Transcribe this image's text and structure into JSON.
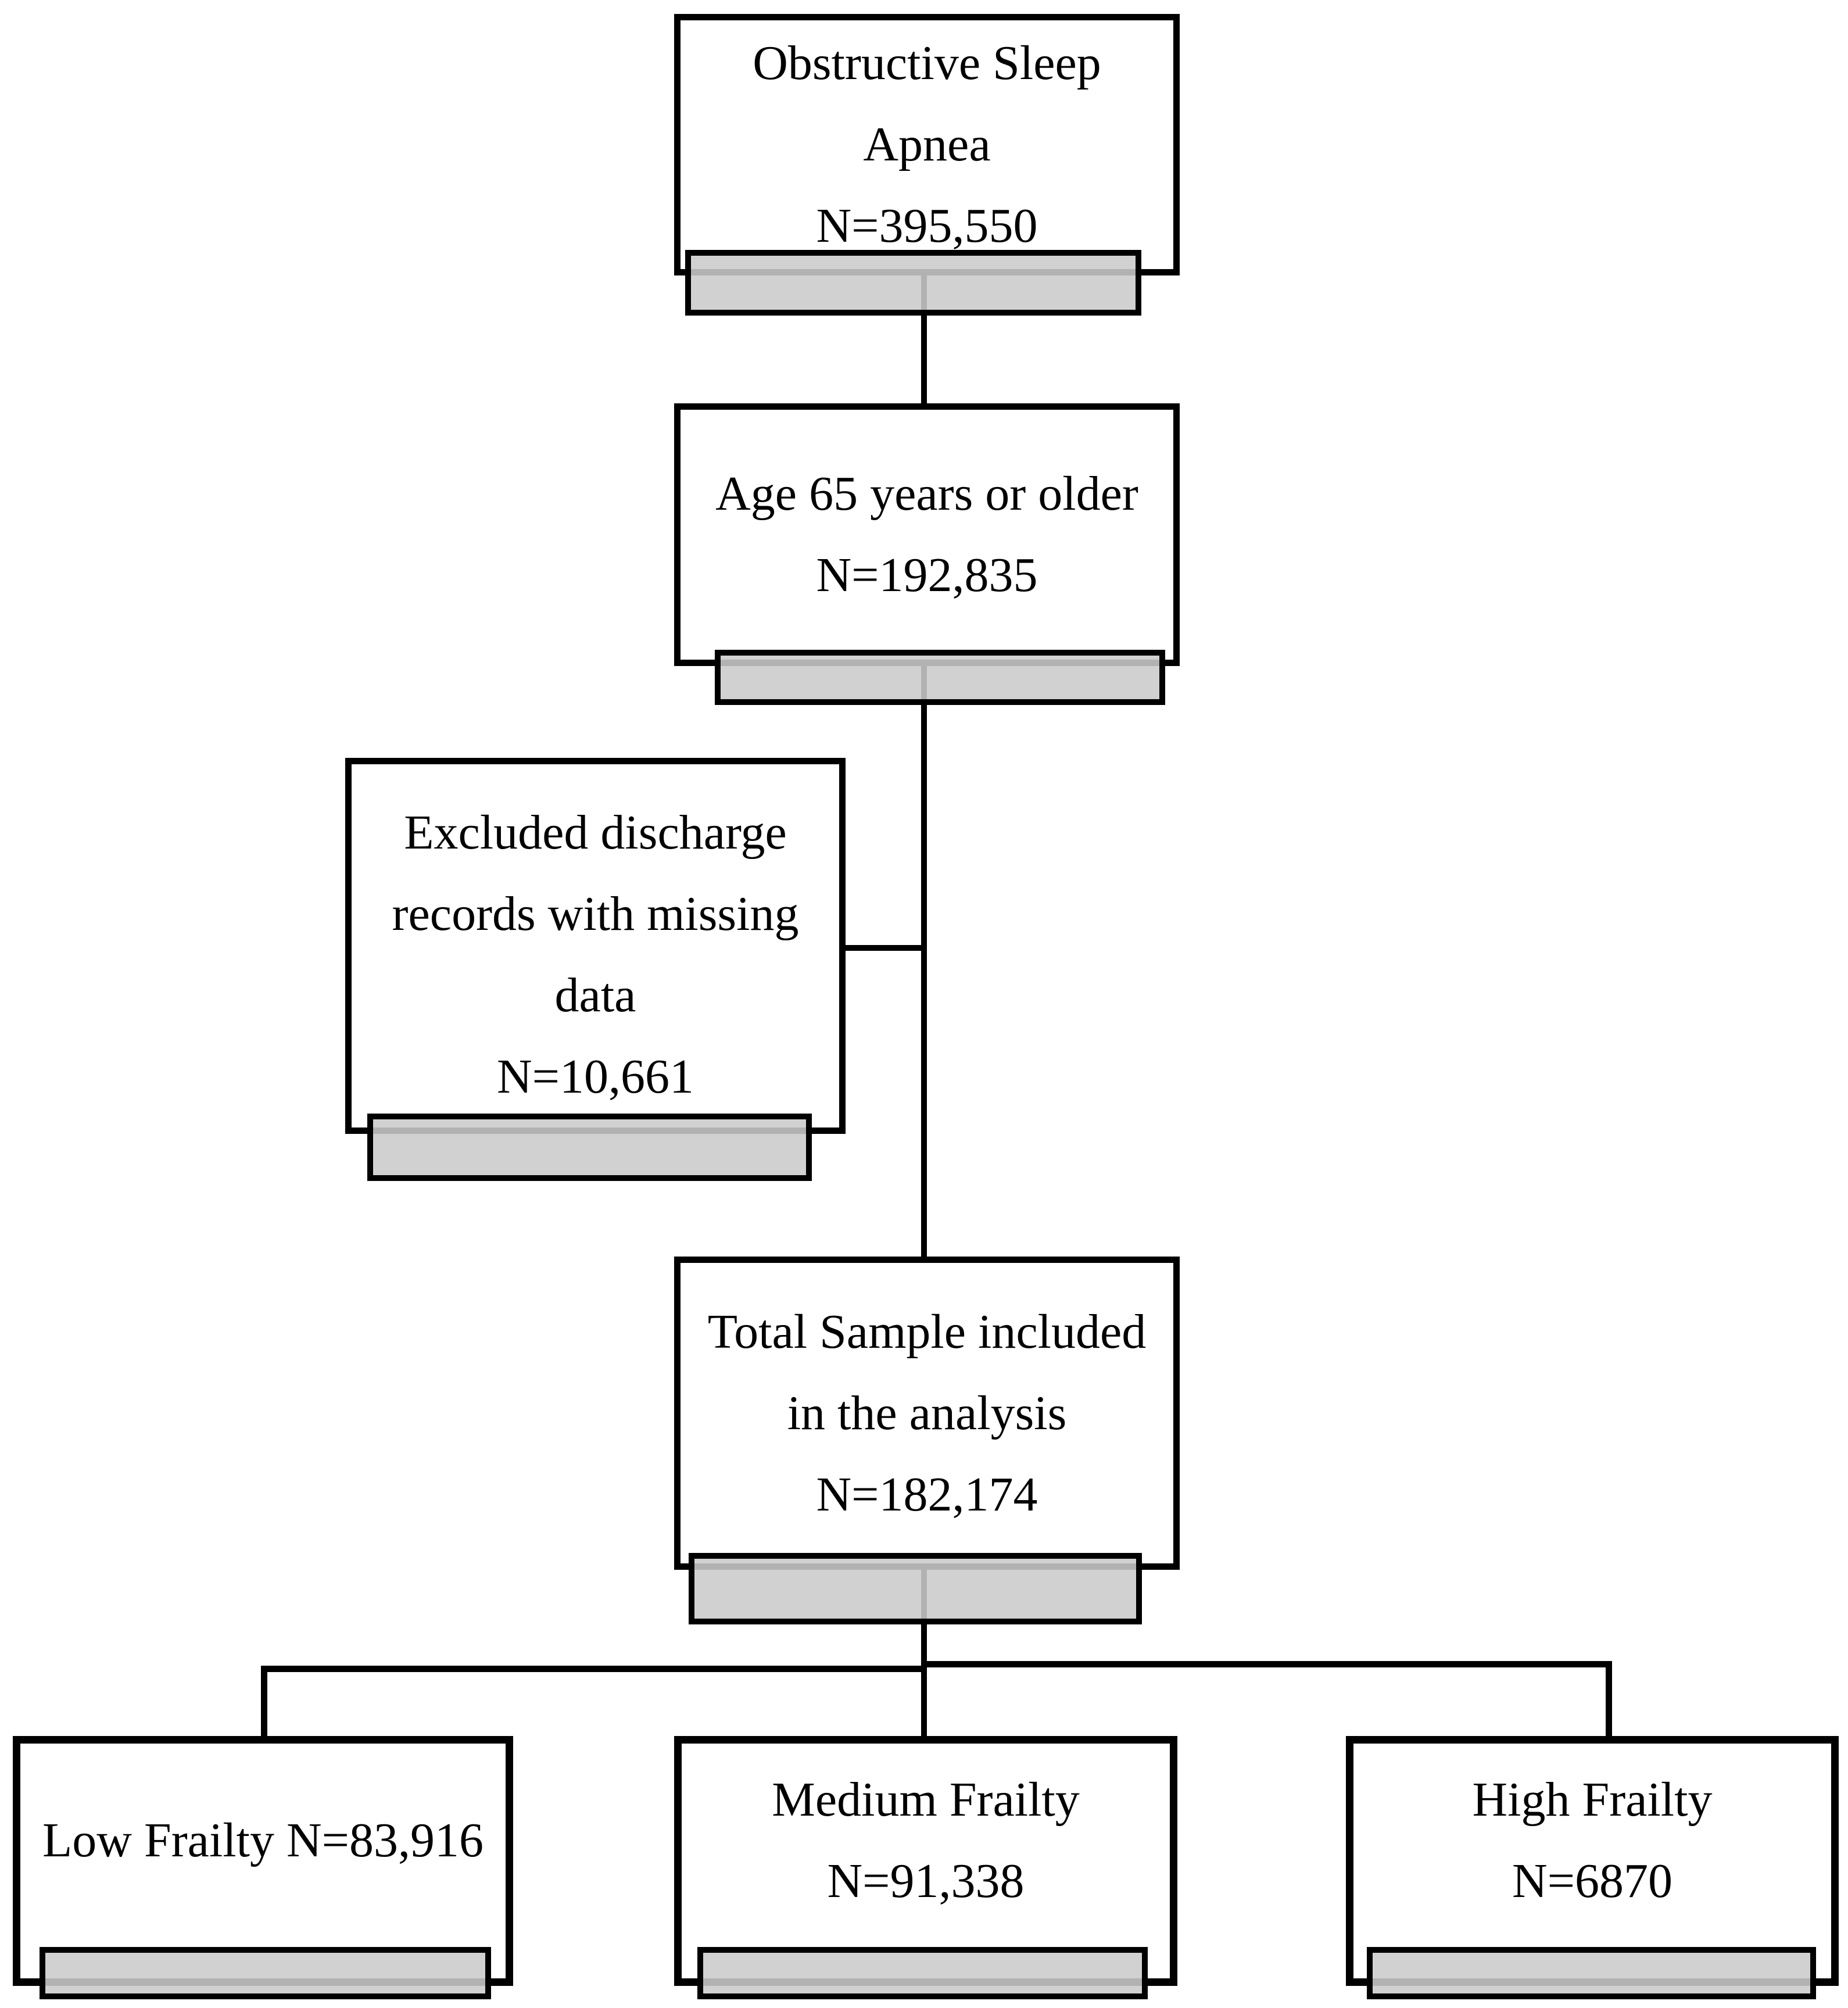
{
  "figure": {
    "background_color": "#ffffff",
    "line_color": "#000000",
    "shadow_bar_fill": "#cbcbcb",
    "boxes": {
      "osa": {
        "line1": "Obstructive Sleep",
        "line2": "Apnea",
        "n": "N=395,550"
      },
      "age": {
        "line1": "Age 65 years or older",
        "n": "N=192,835"
      },
      "excluded": {
        "line1": "Excluded discharge",
        "line2": "records with missing",
        "line3": "data",
        "n": "N=10,661"
      },
      "total": {
        "line1": "Total Sample included",
        "line2": "in the analysis",
        "n": "N=182,174"
      },
      "low": {
        "label": "Low Frailty N=83,916"
      },
      "medium": {
        "line1": "Medium Frailty",
        "n": "N=91,338"
      },
      "high": {
        "line1": "High Frailty",
        "n": "N=6870"
      }
    }
  }
}
